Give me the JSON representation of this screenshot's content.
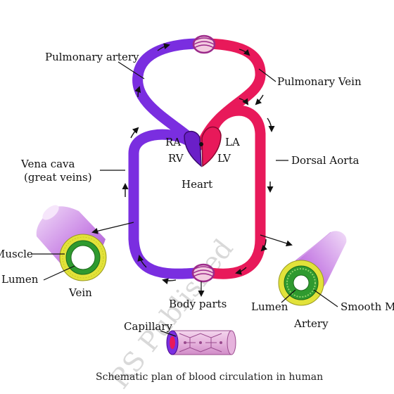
{
  "labels": {
    "pulmonary_artery": "Pulmonary artery",
    "pulmonary_vein": "Pulmonary Vein",
    "ra": "RA",
    "la": "LA",
    "rv": "RV",
    "lv": "LV",
    "heart": "Heart",
    "vena_cava_1": "Vena cava",
    "vena_cava_2": "(great veins)",
    "dorsal_aorta": "Dorsal Aorta",
    "muscle": "Muscle",
    "lumen_vein": "Lumen",
    "vein": "Vein",
    "body_parts": "Body parts",
    "lumen_artery": "Lumen",
    "smooth_muscle": "Smooth Muscle",
    "artery": "Artery",
    "capillary": "Capillary"
  },
  "caption": "Schematic plan of blood circulation in human",
  "watermark": "RS Published",
  "colors": {
    "deoxygenated": "#7a2ee0",
    "oxygenated": "#e8195a",
    "vessel_outer": "#e2e23a",
    "vessel_mid": "#2f9a2f",
    "vessel_tube": "#c47ee0"
  }
}
